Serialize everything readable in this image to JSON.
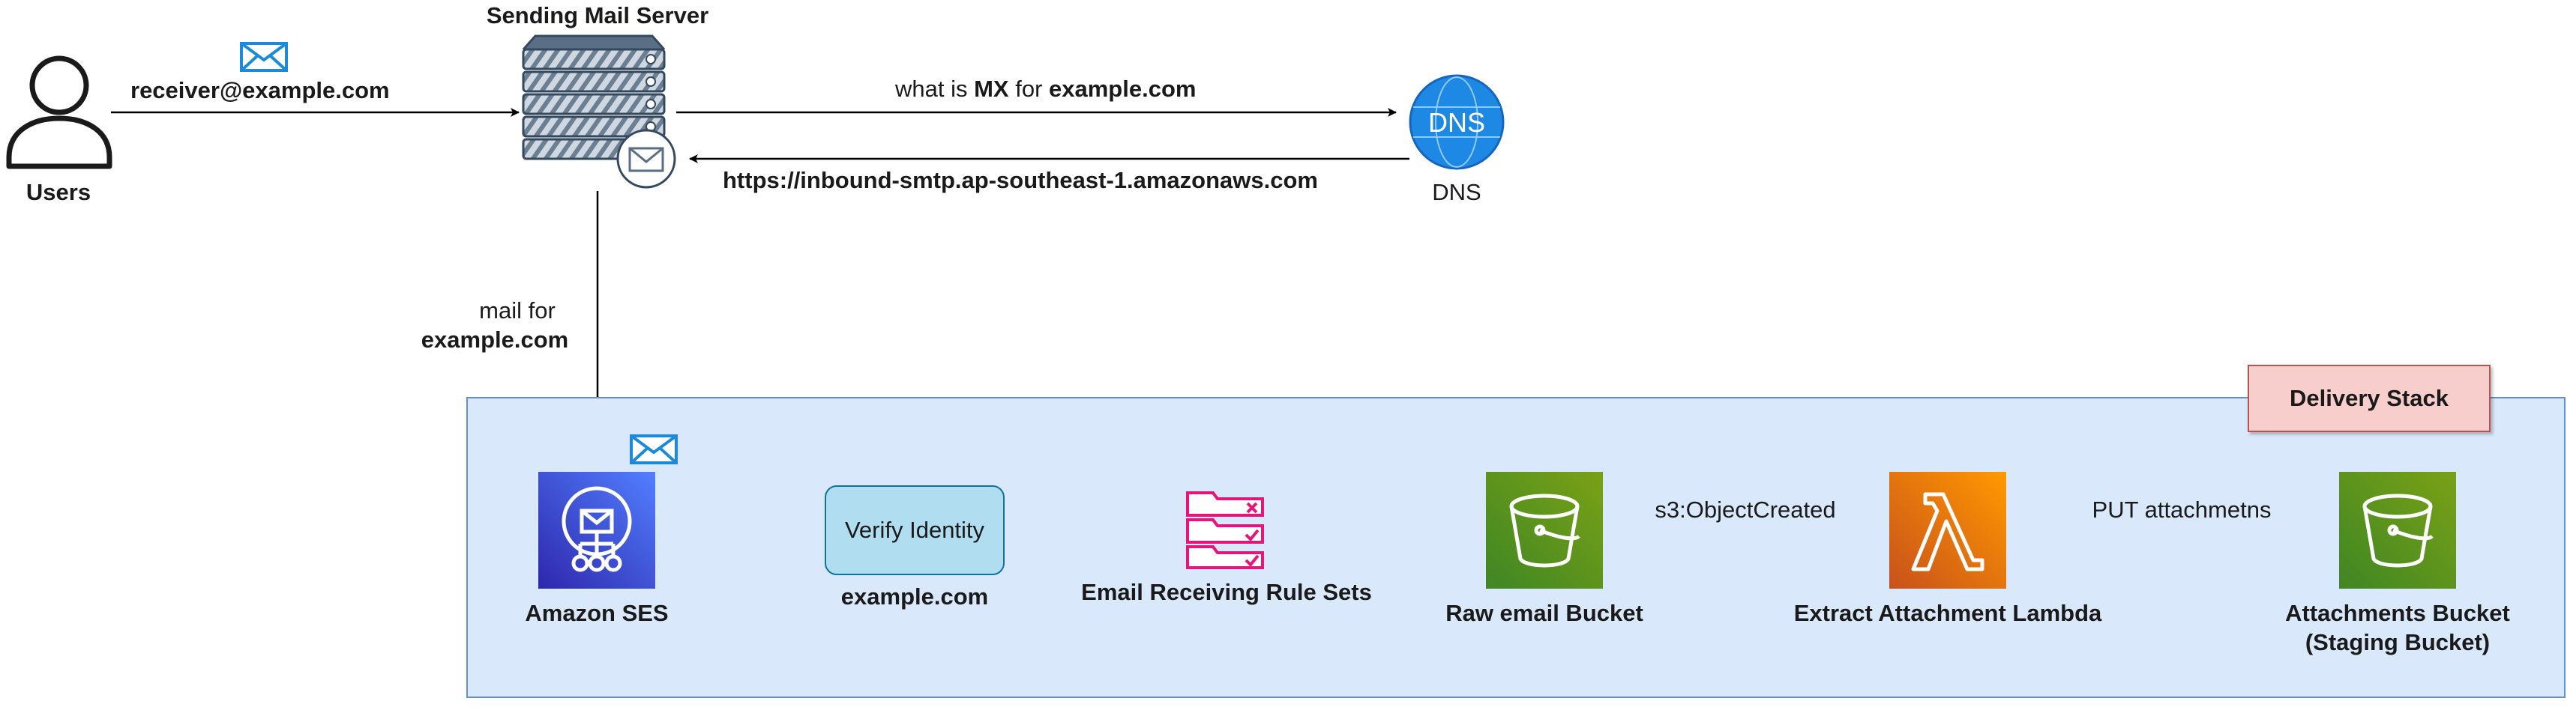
{
  "users": {
    "label": "Users",
    "email": "receiver@example.com"
  },
  "sending_server": {
    "title": "Sending Mail Server"
  },
  "dns": {
    "label": "DNS",
    "icon_text": "DNS"
  },
  "arrows": {
    "query_prefix": "what is ",
    "query_mx": "MX",
    "query_for": " for ",
    "query_domain": "example.com",
    "response": "https://inbound-smtp.ap-southeast-1.amazonaws.com",
    "mail_for_line1": "mail for",
    "mail_for_line2": "example.com",
    "s3_event": "s3:ObjectCreated",
    "put": "PUT attachmetns"
  },
  "delivery_stack": {
    "label": "Delivery Stack"
  },
  "nodes": {
    "ses": "Amazon SES",
    "verify": "Verify Identity",
    "verify_domain": "example.com",
    "rule_sets": "Email Receiving Rule Sets",
    "raw_bucket": "Raw email Bucket",
    "lambda": "Extract Attachment Lambda",
    "attachments_line1": "Attachments Bucket",
    "attachments_line2": "(Staging Bucket)"
  },
  "colors": {
    "ses": "#4d5ee6",
    "s3": "#6b9a22",
    "lambda": "#ed7100",
    "rules": "#e7157b",
    "dns": "#1e88e5",
    "server": "#5a6f85",
    "mail_icon": "#1c8adb"
  }
}
